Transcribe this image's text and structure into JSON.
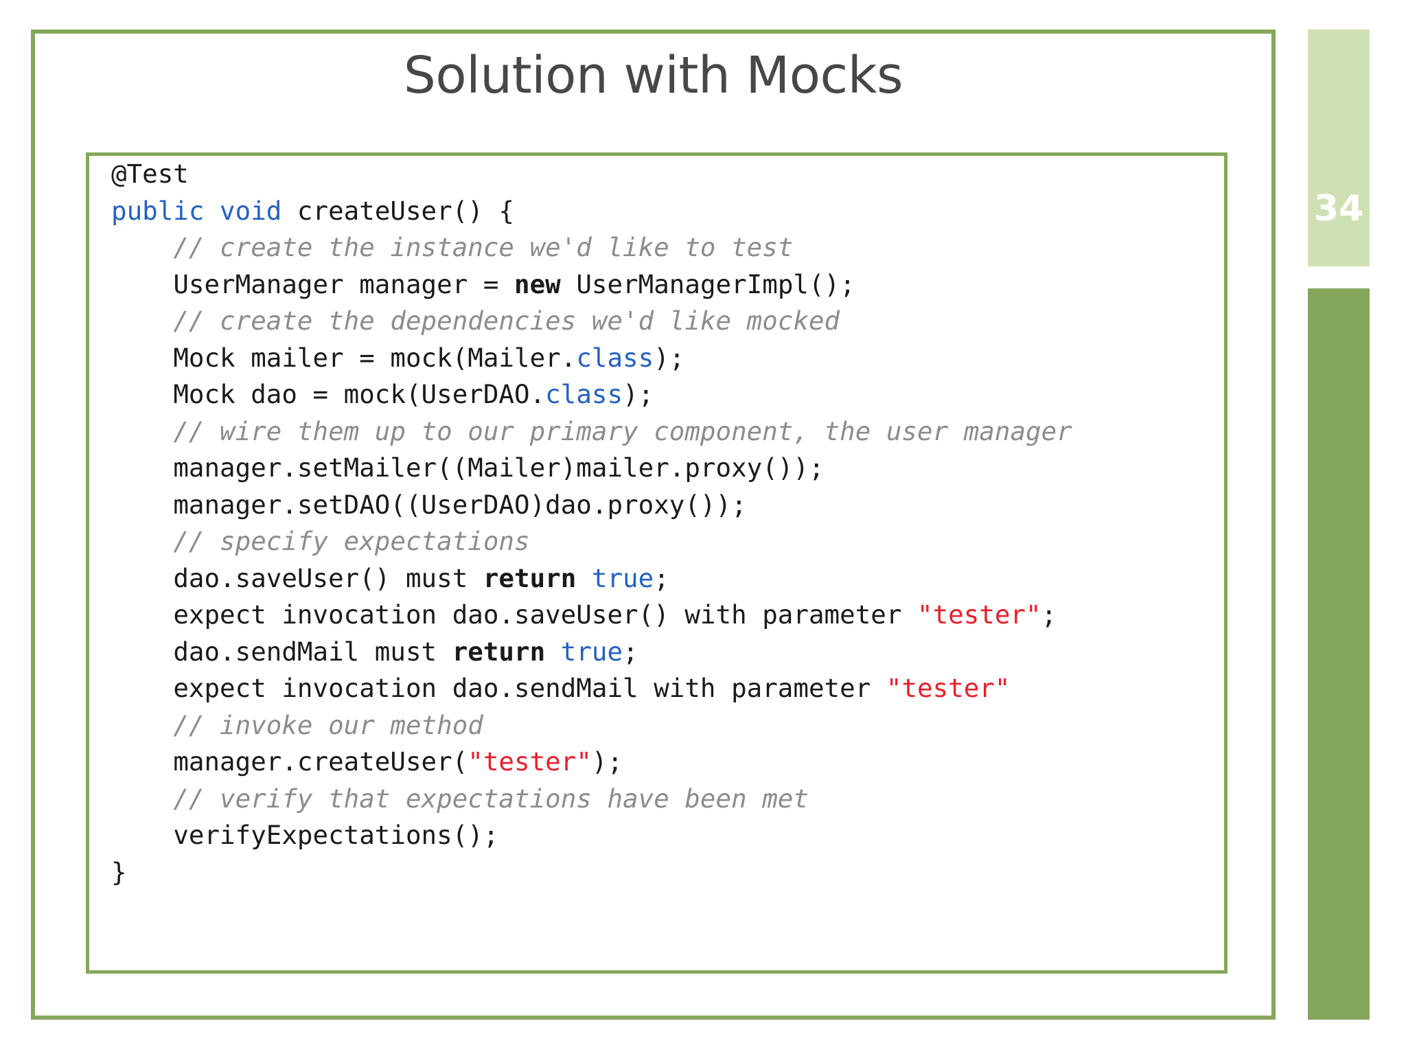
{
  "slide": {
    "title": "Solution with Mocks",
    "number": "34",
    "colors": {
      "frame_green": "#85a75c",
      "light_green": "#cfe1b3",
      "title_gray": "#474747",
      "comment_gray": "#8c8c8c",
      "keyword_blue": "#2361c4",
      "string_red": "#e8202a"
    }
  },
  "code": {
    "language": "java",
    "lines": [
      {
        "indent": 0,
        "tokens": [
          {
            "t": "@Test",
            "k": "plain"
          }
        ]
      },
      {
        "indent": 0,
        "tokens": [
          {
            "t": "public void",
            "k": "keyword"
          },
          {
            "t": " createUser() {",
            "k": "plain"
          }
        ]
      },
      {
        "indent": 1,
        "tokens": [
          {
            "t": "// create the instance we'd like to test",
            "k": "comment"
          }
        ]
      },
      {
        "indent": 1,
        "tokens": [
          {
            "t": "UserManager manager = ",
            "k": "plain"
          },
          {
            "t": "new",
            "k": "keyword-bold"
          },
          {
            "t": " UserManagerImpl();",
            "k": "plain"
          }
        ]
      },
      {
        "indent": 1,
        "tokens": [
          {
            "t": "// create the dependencies we'd like mocked",
            "k": "comment"
          }
        ]
      },
      {
        "indent": 1,
        "tokens": [
          {
            "t": "Mock mailer = mock(Mailer.",
            "k": "plain"
          },
          {
            "t": "class",
            "k": "keyword"
          },
          {
            "t": ");",
            "k": "plain"
          }
        ]
      },
      {
        "indent": 1,
        "tokens": [
          {
            "t": "Mock dao = mock(UserDAO.",
            "k": "plain"
          },
          {
            "t": "class",
            "k": "keyword"
          },
          {
            "t": ");",
            "k": "plain"
          }
        ]
      },
      {
        "indent": 1,
        "tokens": [
          {
            "t": "// wire them up to our primary component, the user manager",
            "k": "comment"
          }
        ]
      },
      {
        "indent": 1,
        "tokens": [
          {
            "t": "manager.setMailer((Mailer)mailer.proxy());",
            "k": "plain"
          }
        ]
      },
      {
        "indent": 1,
        "tokens": [
          {
            "t": "manager.setDAO((UserDAO)dao.proxy());",
            "k": "plain"
          }
        ]
      },
      {
        "indent": 1,
        "tokens": [
          {
            "t": "// specify expectations",
            "k": "comment"
          }
        ]
      },
      {
        "indent": 1,
        "tokens": [
          {
            "t": "dao.saveUser() must ",
            "k": "plain"
          },
          {
            "t": "return",
            "k": "keyword-bold"
          },
          {
            "t": " ",
            "k": "plain"
          },
          {
            "t": "true",
            "k": "literal"
          },
          {
            "t": ";",
            "k": "plain"
          }
        ]
      },
      {
        "indent": 1,
        "tokens": [
          {
            "t": "expect invocation dao.saveUser() with parameter ",
            "k": "plain"
          },
          {
            "t": "\"tester\"",
            "k": "string"
          },
          {
            "t": ";",
            "k": "plain"
          }
        ]
      },
      {
        "indent": 1,
        "tokens": [
          {
            "t": "dao.sendMail must ",
            "k": "plain"
          },
          {
            "t": "return",
            "k": "keyword-bold"
          },
          {
            "t": " ",
            "k": "plain"
          },
          {
            "t": "true",
            "k": "literal"
          },
          {
            "t": ";",
            "k": "plain"
          }
        ]
      },
      {
        "indent": 1,
        "tokens": [
          {
            "t": "expect invocation dao.sendMail with parameter ",
            "k": "plain"
          },
          {
            "t": "\"tester\"",
            "k": "string"
          }
        ]
      },
      {
        "indent": 1,
        "tokens": [
          {
            "t": "// invoke our method",
            "k": "comment"
          }
        ]
      },
      {
        "indent": 1,
        "tokens": [
          {
            "t": "manager.createUser(",
            "k": "plain"
          },
          {
            "t": "\"tester\"",
            "k": "string"
          },
          {
            "t": ");",
            "k": "plain"
          }
        ]
      },
      {
        "indent": 1,
        "tokens": [
          {
            "t": "// verify that expectations have been met",
            "k": "comment"
          }
        ]
      },
      {
        "indent": 1,
        "tokens": [
          {
            "t": "verifyExpectations();",
            "k": "plain"
          }
        ]
      },
      {
        "indent": 0,
        "tokens": [
          {
            "t": "}",
            "k": "plain"
          }
        ]
      }
    ]
  }
}
